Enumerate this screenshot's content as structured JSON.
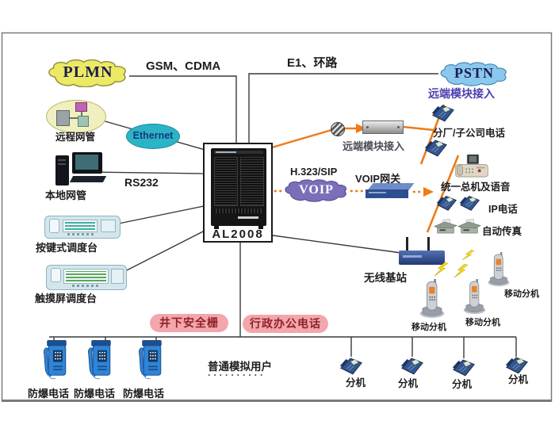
{
  "colors": {
    "plmn_fill": "#ece964",
    "plmn_stroke": "#8f8f3a",
    "pstn_fill": "#8ac8ee",
    "pstn_stroke": "#4a88b8",
    "ethernet_fill": "#2cb4c6",
    "ethernet_stroke": "#1a8898",
    "voip_fill": "#7b70b8",
    "voip_stroke": "#564c94",
    "cloud_text": "#1c1c50",
    "orange": "#ee7a18",
    "pink_bg": "#f3a6ac",
    "pink_text": "#8e2328",
    "purple_text": "#4a3fae",
    "line": "#3a3a3a"
  },
  "clouds": {
    "plmn": "PLMN",
    "pstn": "PSTN",
    "ethernet": "Ethernet",
    "voip": "VOIP"
  },
  "links": {
    "gsm_cdma": "GSM、CDMA",
    "e1_loop": "E1、环路",
    "rs232": "RS232",
    "h323_sip": "H.323/SIP"
  },
  "left": {
    "remote_nms": "远程网管",
    "local_nms": "本地网管",
    "key_console": "按键式调度台",
    "touch_console": "触摸屏调度台"
  },
  "cabinet": {
    "label": "AL2008"
  },
  "right": {
    "remote_access_pstn": "远端模块接入",
    "remote_access_module": "远端模块接入",
    "branch_phones": "分厂/子公司电话",
    "voip_gateway": "VOIP网关",
    "switchboard": "统一总机及语音",
    "ip_phone": "IP电话",
    "auto_fax": "自动传真",
    "wireless_base": "无线基站",
    "mobile_ext_1": "移动分机",
    "mobile_ext_2": "移动分机",
    "mobile_ext_3": "移动分机"
  },
  "bottom": {
    "mine_barrier": "井下安全栅",
    "office_phones": "行政办公电话",
    "exp_phone_1": "防爆电话",
    "exp_phone_2": "防爆电话",
    "exp_phone_3": "防爆电话",
    "analog_users": "普通模拟用户",
    "analog_dots": "· · · · · · · · · ·",
    "ext_1": "分机",
    "ext_2": "分机",
    "ext_3": "分机",
    "ext_4": "分机"
  }
}
